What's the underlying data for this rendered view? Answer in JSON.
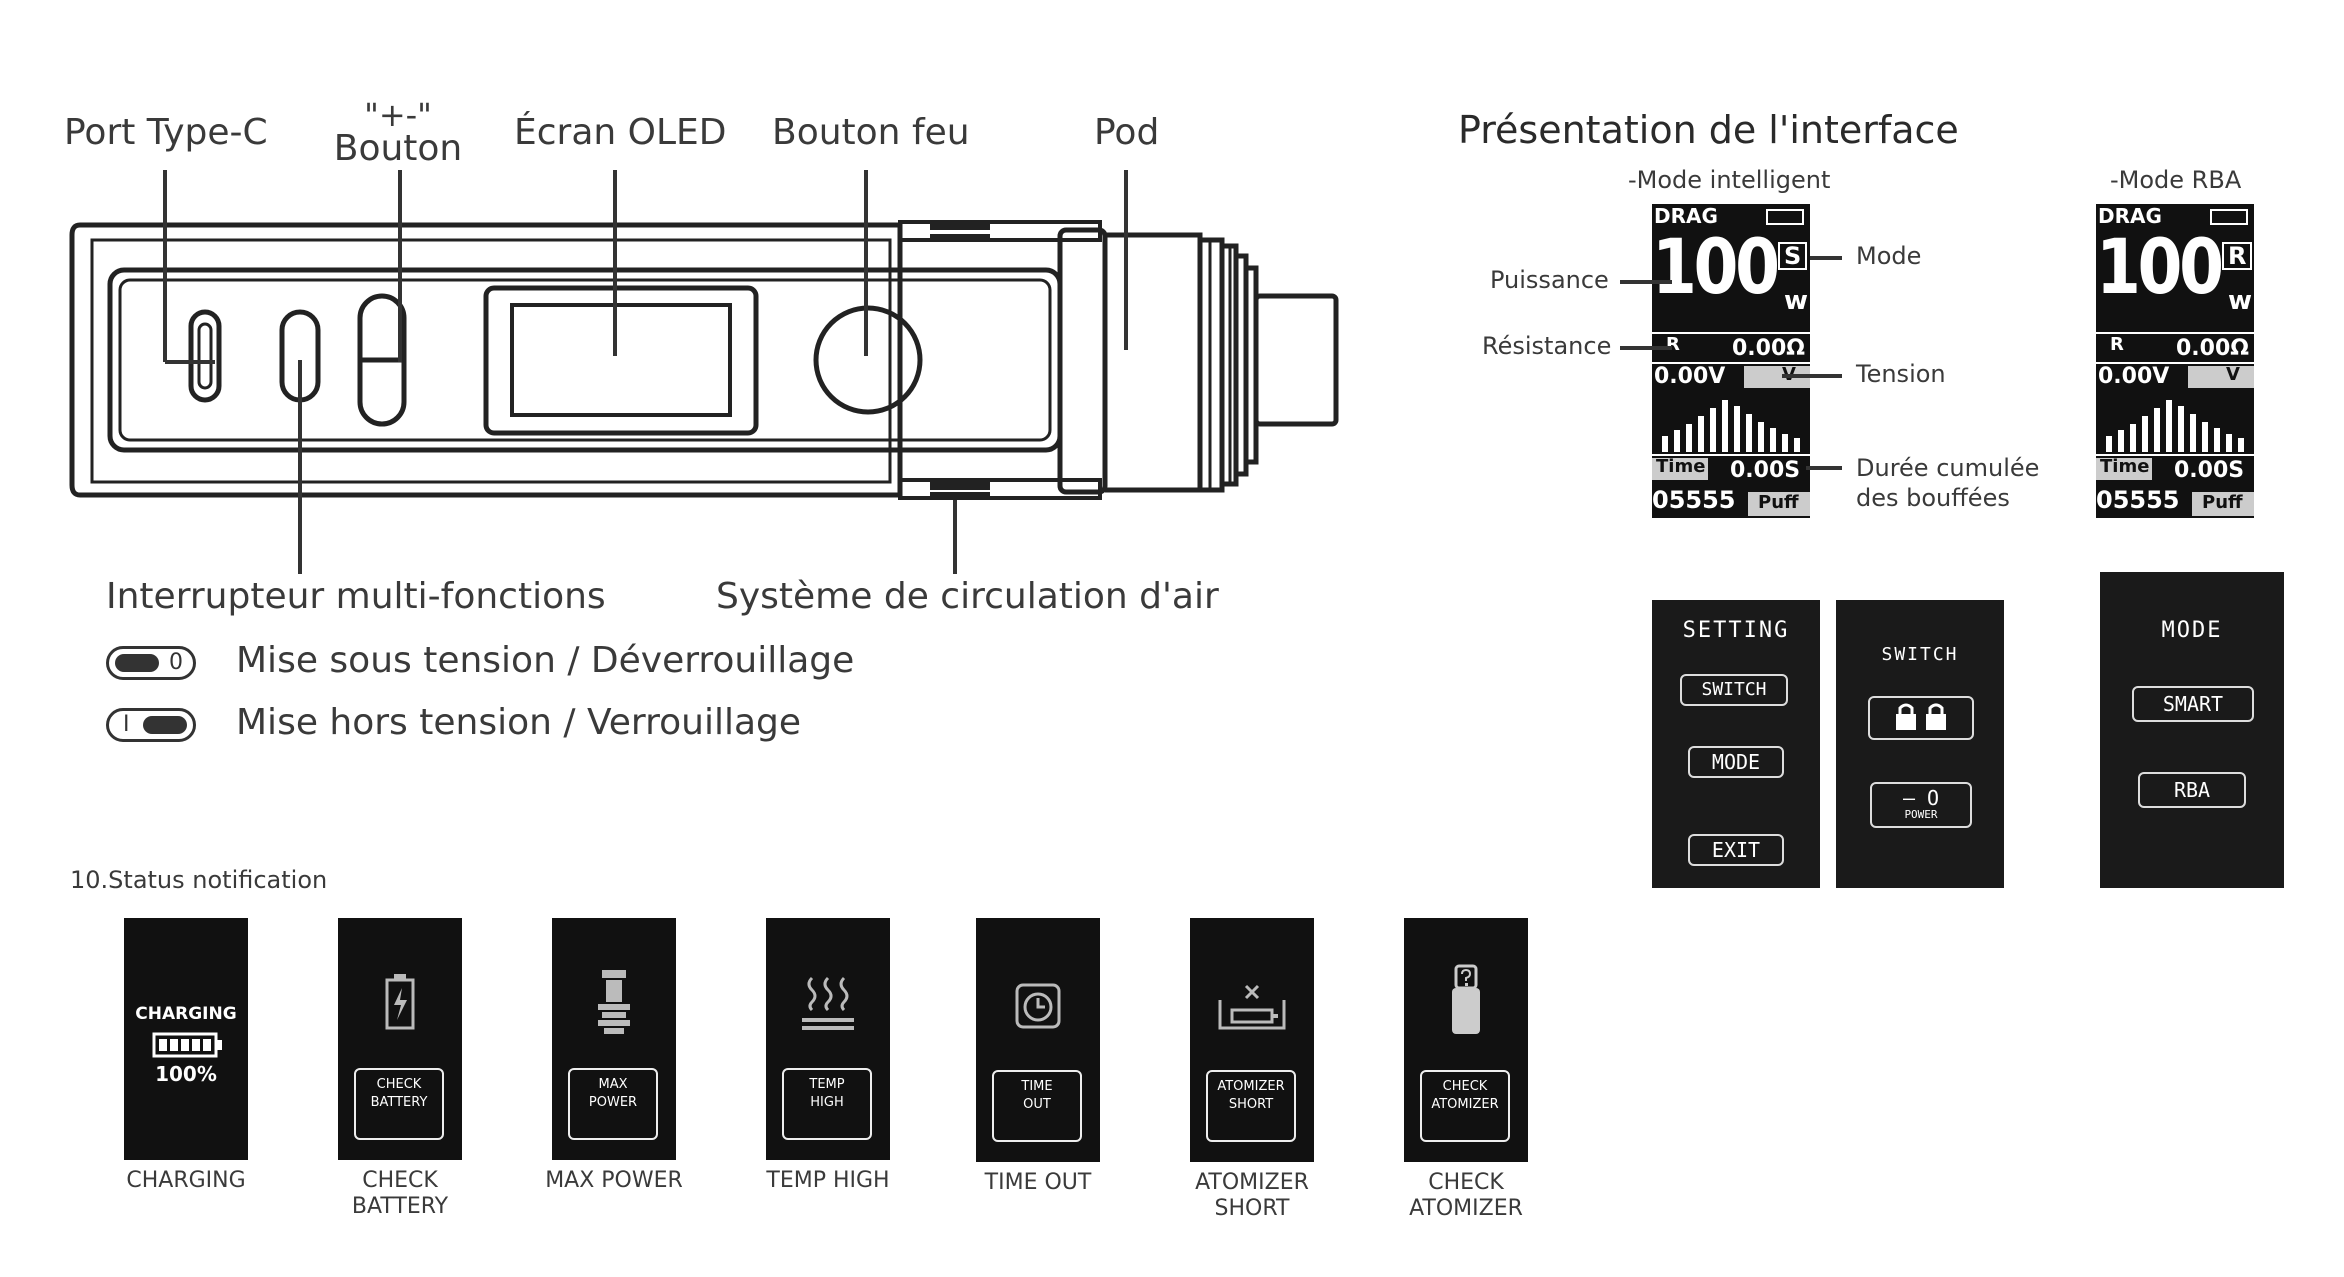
{
  "device_labels": {
    "port": "Port Type-C",
    "plusminus_top": "\"+-\"",
    "plusminus_bottom": "Bouton",
    "screen": "Écran OLED",
    "fire": "Bouton feu",
    "pod": "Pod",
    "switch": "Interrupteur multi-fonctions",
    "airflow": "Système de circulation d'air"
  },
  "toggle_legend": {
    "on_mark": "0",
    "off_mark": "I",
    "on_text": "Mise sous tension / Déverrouillage",
    "off_text": "Mise hors tension / Verrouillage"
  },
  "interface": {
    "heading": "Présentation de l'interface",
    "smart_caption": "-Mode intelligent",
    "rba_caption": "-Mode RBA",
    "callouts": {
      "power": "Puissance",
      "resistance": "Résistance",
      "mode": "Mode",
      "voltage": "Tension",
      "puffs_line1": "Durée cumulée",
      "puffs_line2": "des bouffées"
    },
    "screen_smart": {
      "brand": "DRAG",
      "power": "100",
      "unit": "w",
      "mode_letter": "S",
      "r_label": "R",
      "resistance": "0.00Ω",
      "voltage": "0.00V",
      "v_label": "V",
      "time_label": "Time",
      "time": "0.00S",
      "puffs": "05555",
      "puff_label": "Puff"
    },
    "screen_rba": {
      "brand": "DRAG",
      "power": "100",
      "unit": "w",
      "mode_letter": "R",
      "r_label": "R",
      "resistance": "0.00Ω",
      "voltage": "0.00V",
      "v_label": "V",
      "time_label": "Time",
      "time": "0.00S",
      "puffs": "05555",
      "puff_label": "Puff"
    },
    "menu_setting": {
      "title": "SETTING",
      "items": [
        "SWITCH",
        "MODE",
        "EXIT"
      ]
    },
    "menu_switch": {
      "title": "SWITCH",
      "power_label": "POWER",
      "power_symbol": "— O"
    },
    "menu_mode": {
      "title": "MODE",
      "items": [
        "SMART",
        "RBA"
      ]
    }
  },
  "status": {
    "heading": "10.Status notification",
    "charging_title": "CHARGING",
    "charging_percent": "100%",
    "tiles": [
      {
        "box_line1": "CHECK",
        "box_line2": "BATTERY",
        "cap1": "CHECK",
        "cap2": "BATTERY",
        "icon": "battery-bolt-icon"
      },
      {
        "box_line1": "MAX",
        "box_line2": "POWER",
        "cap1": "MAX POWER",
        "cap2": "",
        "icon": "coil-icon"
      },
      {
        "box_line1": "TEMP",
        "box_line2": "HIGH",
        "cap1": "TEMP HIGH",
        "cap2": "",
        "icon": "heat-icon"
      },
      {
        "box_line1": "TIME",
        "box_line2": "OUT",
        "cap1": "TIME OUT",
        "cap2": "",
        "icon": "clock-icon"
      },
      {
        "box_line1": "ATOMIZER",
        "box_line2": "SHORT",
        "cap1": "ATOMIZER",
        "cap2": "SHORT",
        "icon": "short-circuit-icon"
      },
      {
        "box_line1": "CHECK",
        "box_line2": "ATOMIZER",
        "cap1": "CHECK",
        "cap2": "ATOMIZER",
        "icon": "atomizer-question-icon"
      }
    ],
    "charging_caption": "CHARGING"
  },
  "colors": {
    "text": "#3a3a3a",
    "screen_bg": "#111111",
    "line": "#333333"
  }
}
